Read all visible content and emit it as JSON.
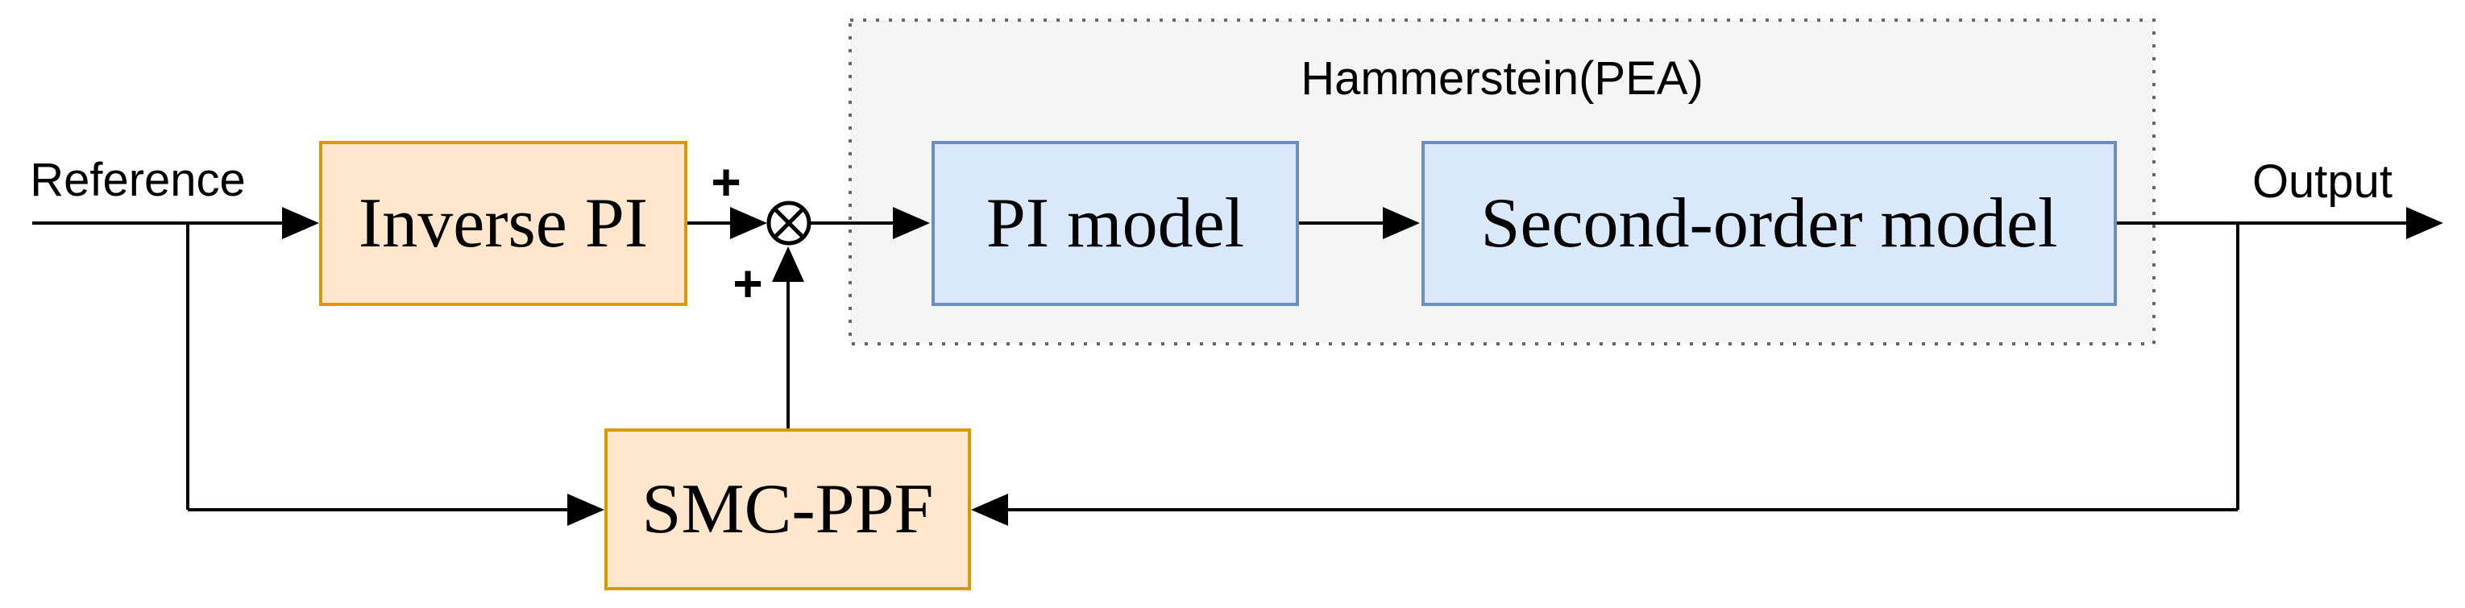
{
  "diagram": {
    "labels": {
      "reference": "Reference",
      "output": "Output"
    },
    "container": {
      "label": "Hammerstein(PEA)"
    },
    "blocks": {
      "inverse_pi": "Inverse PI",
      "pi_model": "PI model",
      "second_order": "Second-order model",
      "smc_ppf": "SMC-PPF"
    },
    "signs": {
      "sum_input_top": "+",
      "sum_input_bottom": "+"
    },
    "colors": {
      "controller_fill": "#FFE6CC",
      "controller_stroke": "#D79B00",
      "plant_fill": "#DAE8FC",
      "plant_stroke": "#6C8EBF",
      "container_fill": "#F5F5F5",
      "container_stroke": "#666666",
      "line": "#000000",
      "background": "#FFFFFF",
      "text": "#000000"
    }
  }
}
